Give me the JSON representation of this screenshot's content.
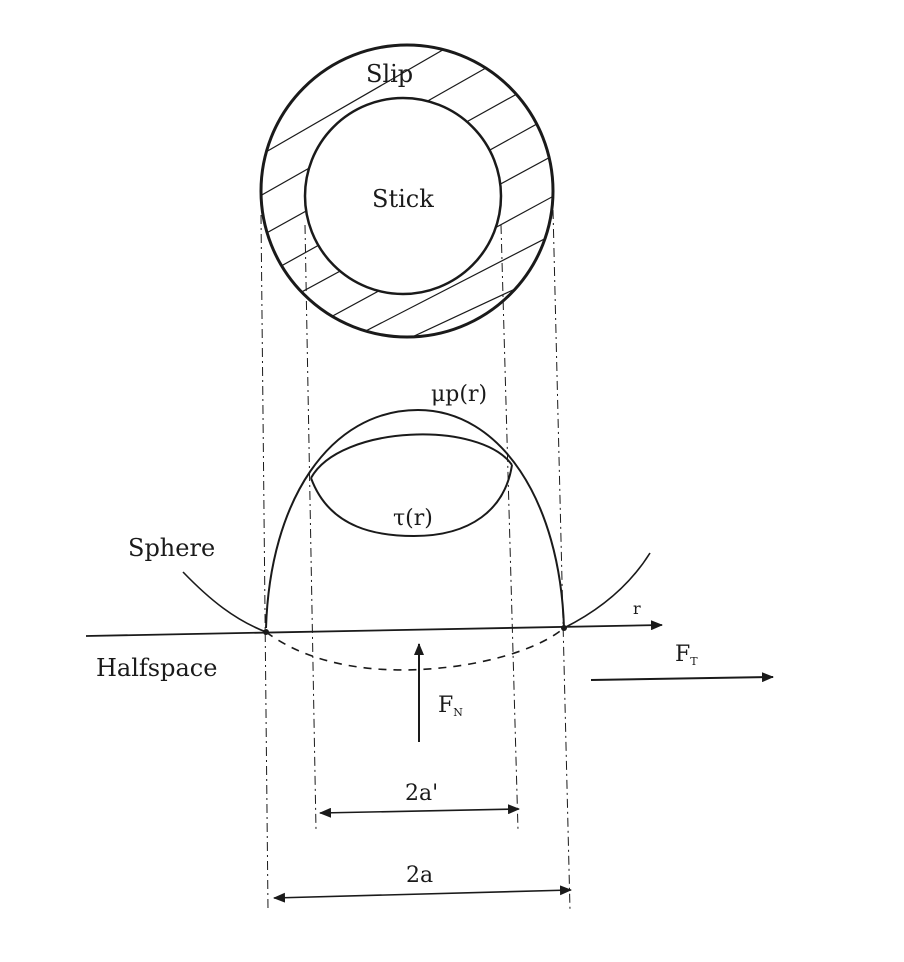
{
  "diagram": {
    "labels": {
      "slip": "Slip",
      "stick": "Stick",
      "mu_p": "μp(r)",
      "tau": "τ(r)",
      "sphere": "Sphere",
      "halfspace": "Halfspace",
      "r_axis": "r",
      "ft": "F",
      "ft_sub": "T",
      "fn": "F",
      "fn_sub": "N",
      "two_a_prime": "2a'",
      "two_a": "2a"
    },
    "colors": {
      "ink": "#1a1a1a",
      "background": "#ffffff"
    }
  }
}
